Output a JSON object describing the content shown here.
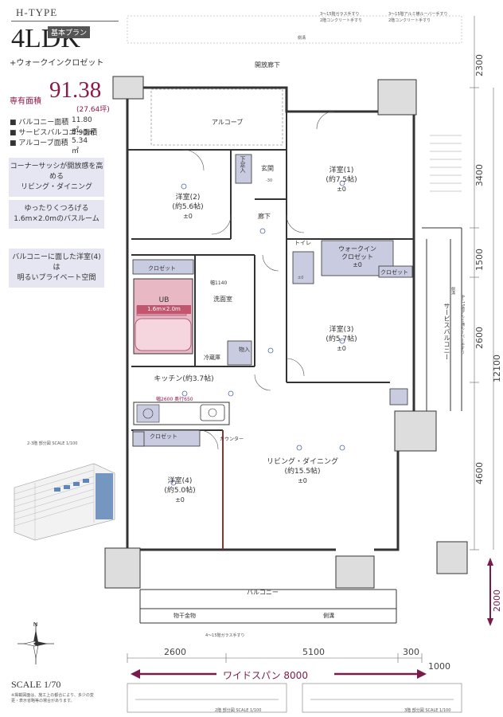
{
  "header": {
    "type": "H-TYPE",
    "plan_badge": "基本プラン",
    "layout": "4LDK",
    "subtitle": "+ウォークインクロゼット"
  },
  "area": {
    "label": "専有面積",
    "value": "91.38",
    "unit": "m²",
    "tsubo": "(27.64坪)"
  },
  "specs": [
    {
      "label": "バルコニー面積",
      "value": "11.80㎡"
    },
    {
      "label": "サービスバルコニー面積",
      "value": "4.90㎡"
    },
    {
      "label": "アルコーブ面積",
      "value": "5.34㎡"
    }
  ],
  "features": [
    "コーナーサッシが開放感を高める\nリビング・ダイニング",
    "ゆったりくつろげる\n1.6m×2.0mのバスルーム",
    "バルコニーに面した洋室(4)は\n明るいプライベート空間"
  ],
  "rooms": {
    "r1": {
      "name": "洋室(1)",
      "size": "(約7.5帖)",
      "floor": "±0"
    },
    "r2": {
      "name": "洋室(2)",
      "size": "(約5.6帖)",
      "floor": "±0"
    },
    "r3": {
      "name": "洋室(3)",
      "size": "(約5.7帖)",
      "floor": "±0"
    },
    "r4": {
      "name": "洋室(4)",
      "size": "(約5.0帖)",
      "floor": "±0"
    },
    "ld": {
      "name": "リビング・ダイニング",
      "size": "(約15.5帖)",
      "floor": "±0"
    },
    "kitchen": {
      "name": "キッチン(約3.7帖)",
      "note": "幅2600 奥行650"
    },
    "wic": {
      "name": "ウォークイン",
      "name2": "クロゼット",
      "floor": "±0"
    },
    "ub": {
      "name": "UB",
      "size": "1.6m×2.0m"
    },
    "senmen": "洗面室",
    "genkan": "玄関",
    "genkan_floor": "-30",
    "rouka": "廊下",
    "toilet": "トイレ",
    "toilet_floor": "±0",
    "closet": "クロゼット",
    "closet_floor": "±0",
    "shitsubako": "下足入",
    "monoire": "物入",
    "reizoko": "冷蔵庫",
    "width1140": "幅1140",
    "alcove": "アルコーブ",
    "kaiho": "開放廊下",
    "balcony": "バルコニー",
    "service_balcony": "サービスバルコニー",
    "counter": "カウンター"
  },
  "annotations": {
    "top1": "3～15階ガラス手すり",
    "top1b": "2階コンクリート手すり",
    "top2": "3～15階アルミ横ルーバー手すり",
    "top2b": "2階コンクリート手すり",
    "sokko": "側溝",
    "monohoshi": "物干金物",
    "bottom_rail": "4～15階ガラス手すり",
    "right_rail": "4～15階アルミ横ルーバー手すり",
    "inset_cap": "2-3階 部分図 SCALE 1/100"
  },
  "dims": {
    "right": [
      "2300",
      "3400",
      "1500",
      "2600",
      "4600"
    ],
    "right_total": "12100",
    "right_extra": "2000",
    "bottom": [
      "2600",
      "5100",
      "300"
    ],
    "bottom_extra": "1000",
    "wide_span": "ワイドスパン 8000"
  },
  "footer": {
    "scale": "SCALE 1/70",
    "note": "※掲載図面は、施工上の都合により、多少の変更・表示省略等の場合があります。",
    "inset1_cap": "2階 部分図 SCALE 1/100",
    "inset2_cap": "3階 部分図 SCALE 1/100"
  },
  "colors": {
    "accent": "#8b1a4a",
    "feature_bg": "#e6e6f2",
    "unit_fill": "#c9cbe0",
    "ub_fill": "#d99aab",
    "wall": "#333333"
  }
}
